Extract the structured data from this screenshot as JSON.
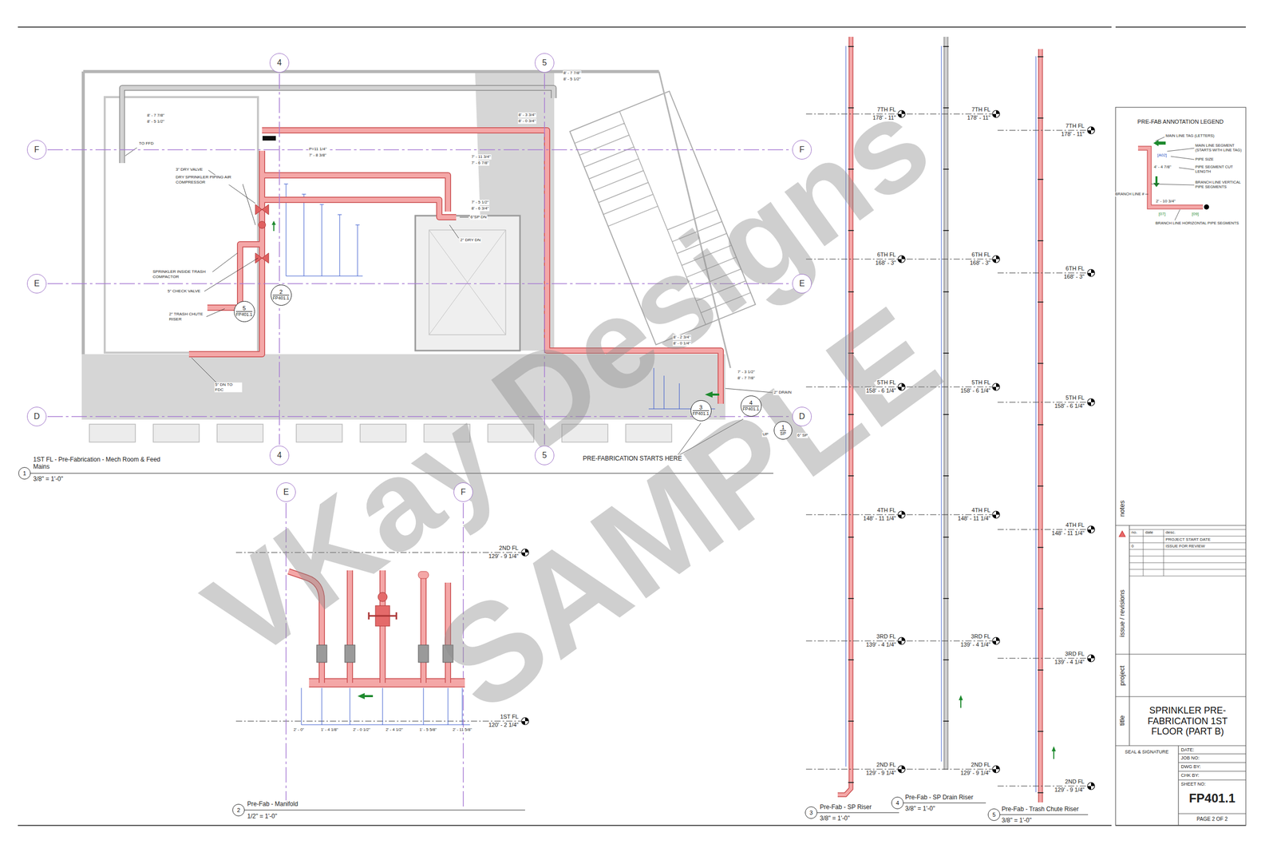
{
  "diagram": {
    "title": "SPRINKLER PRE-FABRICATION 1ST FLOOR (PART B)",
    "nodes": [
      {
        "text": [
          "4"
        ]
      },
      {
        "text": [
          "5"
        ]
      },
      {
        "text": [
          "F"
        ]
      },
      {
        "text": [
          "F"
        ]
      },
      {
        "text": [
          "E"
        ]
      },
      {
        "text": [
          "E"
        ]
      },
      {
        "text": [
          "D"
        ]
      },
      {
        "text": [
          "D"
        ]
      },
      {
        "text": [
          "4"
        ]
      },
      {
        "text": [
          "5"
        ]
      },
      {
        "text": [
          "E"
        ]
      },
      {
        "text": [
          "F"
        ]
      },
      {
        "text": [
          "2",
          "FP401.1"
        ]
      },
      {
        "text": [
          "5",
          "FP401.1"
        ]
      },
      {
        "text": [
          "3",
          "FP401.1"
        ]
      },
      {
        "text": [
          "4",
          "FP401.1"
        ]
      },
      {
        "text": [
          "1",
          "SP"
        ]
      },
      {
        "text": [
          "1"
        ]
      },
      {
        "text": [
          "2"
        ]
      },
      {
        "text": [
          "3"
        ]
      },
      {
        "text": [
          "4"
        ]
      },
      {
        "text": [
          "5"
        ]
      }
    ],
    "edges": [
      {
        "from": 0,
        "to": 8,
        "arrow": "none"
      },
      {
        "from": 1,
        "to": 9,
        "arrow": "none"
      },
      {
        "from": 2,
        "to": 3,
        "arrow": "none"
      },
      {
        "from": 4,
        "to": 5,
        "arrow": "none"
      },
      {
        "from": 6,
        "to": 7,
        "arrow": "none"
      }
    ],
    "labels": [
      "VKay Designs",
      "SAMPLE",
      "PRE-FAB ANNOTATION LEGEND",
      "notes",
      "issue / revisions",
      "no.",
      "date",
      "desc.",
      "PROJECT START DATE",
      "0",
      "ISSUE FOR REVIEW",
      "project",
      "title",
      "SEAL & SIGNATURE",
      "DATE:",
      "JOB NO:",
      "DWG BY:",
      "CHK BY:",
      "SHEET NO:",
      "FP401.1",
      "PAGE 2 OF 2",
      "[A02]",
      "4' - 4 7/8\"",
      "2' - 10 3/4\"",
      "[07]",
      "[09]",
      "1ST FL - Pre-Fabrication - Mech Room & Feed Mains",
      "3/8\" = 1'-0\"",
      "Pre-Fab - Manifold",
      "1/2\" = 1'-0\"",
      "Pre-Fab - SP Riser",
      "3/8\" = 1'-0\"",
      "Pre-Fab - SP Drain Riser",
      "3/8\" = 1'-0\"",
      "Pre-Fab - Trash Chute Riser",
      "3/8\" = 1'-0\"",
      "3\" DRY VALVE",
      "DRY SPRINKLER PIPING AIR COMPRESSOR",
      "SPRINKLER INSIDE TRASH COMPACTOR",
      "5\" CHECK VALVE",
      "2\" TRASH CHUTE RISER",
      "5\" DN TO FDC",
      "TO FFD",
      "2\" DRY DN",
      "6\"SP DN",
      "2\" DRAIN",
      "6\" SP",
      "UP",
      "PRE-FABRICATION STARTS HERE",
      "7TH FL",
      "178' - 11\"",
      "6TH FL",
      "168' - 3\"",
      "5TH FL",
      "158' - 6 1/4\"",
      "4TH FL",
      "148' - 11 1/4\"",
      "3RD FL",
      "139' - 4 1/4\"",
      "2ND FL",
      "129' - 9 1/4\"",
      "7TH FL",
      "178' - 11\"",
      "6TH FL",
      "168' - 3\"",
      "5TH FL",
      "158' - 6 1/4\"",
      "4TH FL",
      "148' - 11 1/4\"",
      "3RD FL",
      "139' - 4 1/4\"",
      "2ND FL",
      "129' - 9 1/4\"",
      "7TH FL",
      "178' - 11\"",
      "6TH FL",
      "168' - 3\"",
      "5TH FL",
      "158' - 6 1/4\"",
      "4TH FL",
      "148' - 11 1/4\"",
      "3RD FL",
      "139' - 4 1/4\"",
      "2ND FL",
      "129' - 9 1/4\"",
      "2ND FL",
      "129' - 9 1/4\"",
      "1ST FL",
      "120' - 2 1/4\"",
      "8' - 7 7/8\"",
      "8' - 5 1/2\"",
      "8' - 7 7/8\"",
      "8' - 5 1/2\"",
      "8' - 3 3/4\"",
      "8' - 0 3/4\"",
      "7' - 11 3/4\"",
      "7' - 6 7/8\"",
      "7' - 5 1/2\"",
      "8' - 6 3/4\"",
      "P=11 1/4\"",
      "7' - 8 3/8\"",
      "8' - 2 3/4\"",
      "8' - 0 1/4\"",
      "7' - 3 1/2\"",
      "8' - 7 7/8\"",
      "2' - 0\"",
      "1' - 4 1/8\"",
      "2' - 0 1/2\"",
      "2' - 4 1/2\"",
      "1' - 5 5/8\"",
      "2' - 11 5/8\""
    ],
    "legend": [
      {
        "text": "MAIN LINE TAG (LETTERS)"
      },
      {
        "text": "MAIN LINE SEGMENT (STARTS WITH LINE TAG)"
      },
      {
        "text": "PIPE SIZE"
      },
      {
        "text": "PIPE SEGMENT CUT LENGTH"
      },
      {
        "text": "BRANCH LINE VERTICAL PIPE SEGMENTS"
      },
      {
        "text": "BRANCH LINE #"
      },
      {
        "text": "BRANCH LINE HORIZONTAL PIPE SEGMENTS"
      }
    ]
  }
}
